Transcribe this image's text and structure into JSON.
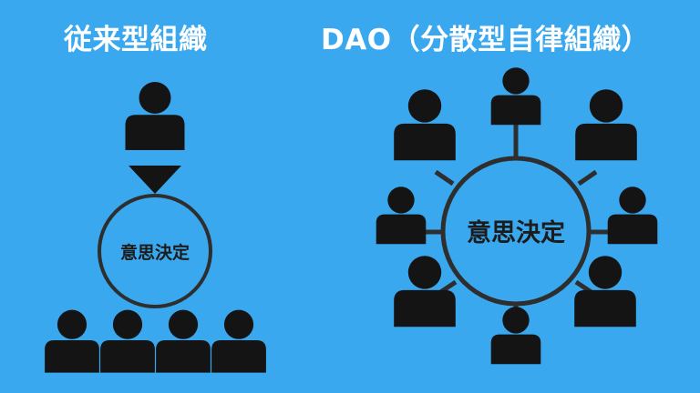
{
  "left_panel": {
    "title": "従来型組織",
    "center_label": "意思決定"
  },
  "right_panel": {
    "title": "DAO（分散型自律組織）",
    "center_label": "意思決定"
  },
  "colors": {
    "background": "#3aa8ee",
    "figure": "#141414",
    "ring_fill": "#3aa8ee",
    "ring_stroke": "#2e2e2e",
    "title_text": "#ffffff"
  }
}
